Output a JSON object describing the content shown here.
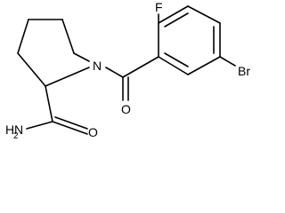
{
  "molecule": {
    "atom_labels": {
      "fluorine": "F",
      "nitrogen": "N",
      "oxygen": "O",
      "bromine": "Br",
      "amide_nh2": "H",
      "amide_n": "N",
      "nh2_subscript": "2"
    }
  }
}
